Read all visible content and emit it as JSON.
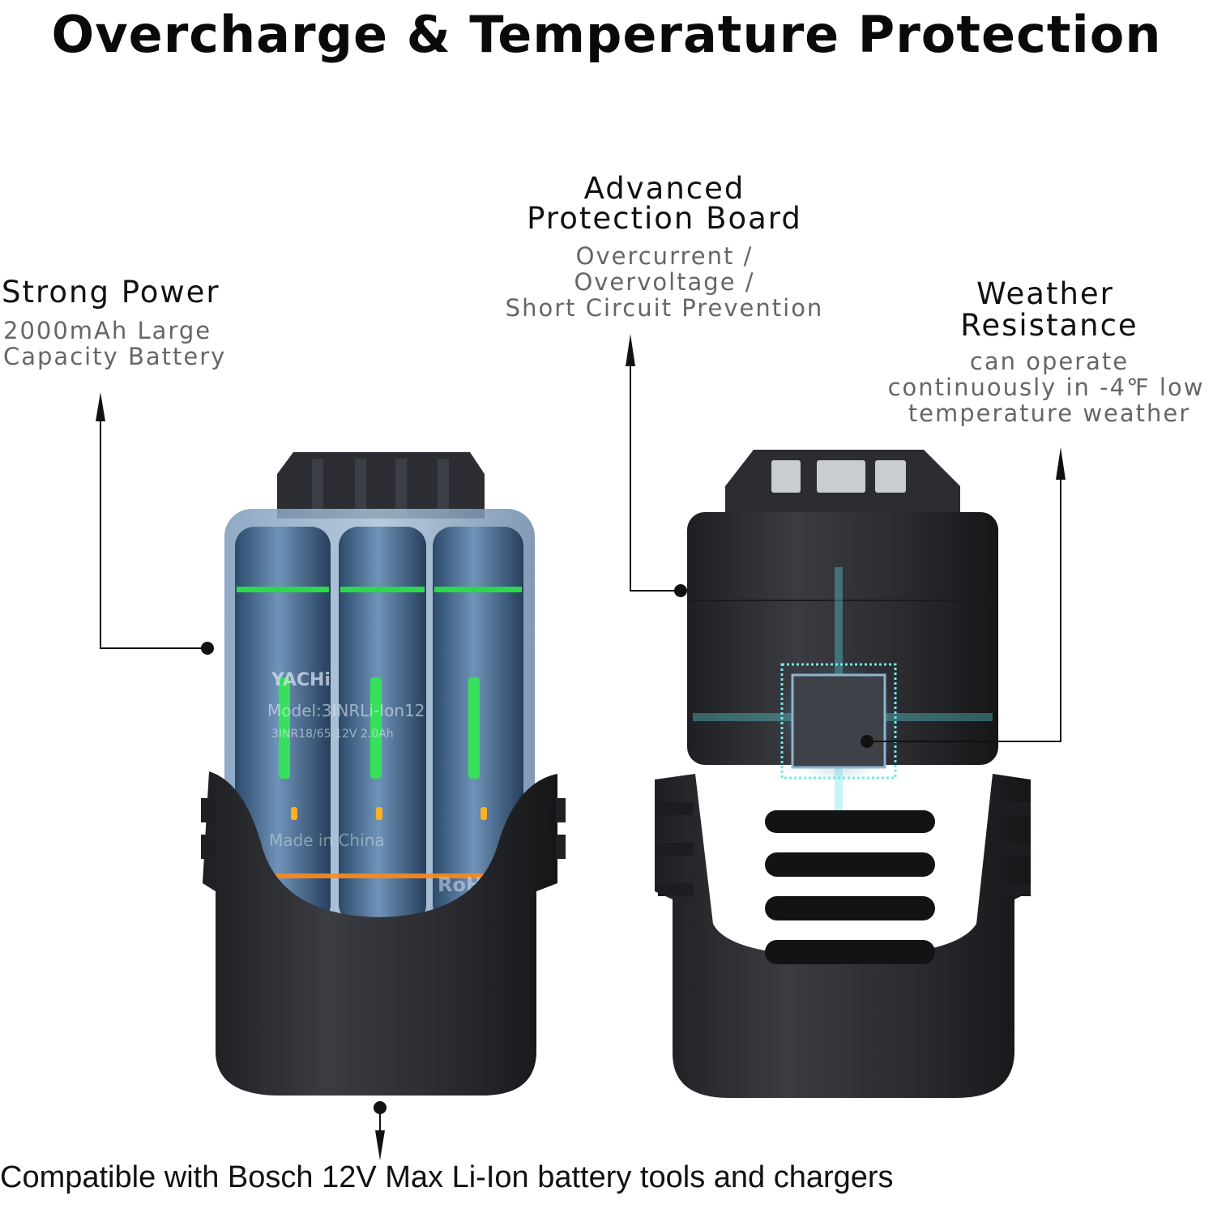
{
  "title": "Overcharge & Temperature Protection",
  "features": {
    "strong_power": {
      "heading": "Strong Power",
      "sub_lines": [
        "2000mAh Large",
        "Capacity Battery"
      ]
    },
    "protection_board": {
      "heading_lines": [
        "Advanced",
        "Protection Board"
      ],
      "sub_lines": [
        "Overcurrent /",
        "Overvoltage /",
        "Short Circuit Prevention"
      ]
    },
    "weather": {
      "heading_lines": [
        "Weather",
        "Resistance"
      ],
      "sub_lines": [
        "can operate",
        "continuously in -4℉ low",
        "temperature weather"
      ]
    }
  },
  "battery_label": {
    "brand": "YACHi",
    "model": "Model:3INRLi-Ion12",
    "spec": "3INR18/65 12V 2.0Ah",
    "made_in": "Made in China",
    "cert": "RoHS"
  },
  "footer": "Compatible with Bosch 12V Max Li-Ion battery tools and chargers",
  "colors": {
    "glow_green": "#2bd94a",
    "glow_orange": "#ff8a1a",
    "shell_dark": "#2b2d31",
    "transparent_blue": "#6d8fb0",
    "chip_cyan": "#5fe3e8"
  }
}
